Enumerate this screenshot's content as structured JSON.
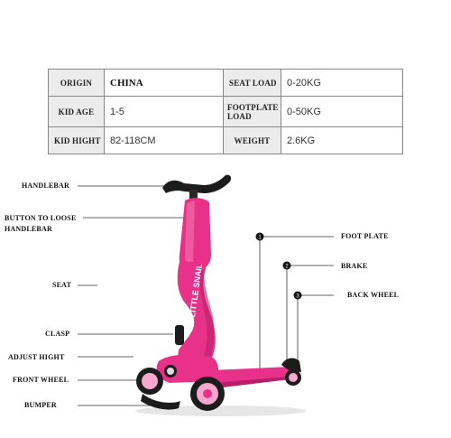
{
  "spec_table": {
    "rows": [
      {
        "label1": "ORIGIN",
        "value1": "CHINA",
        "label2": "SEAT LOAD",
        "value2": "0-20KG"
      },
      {
        "label1": "KID AGE",
        "value1": "1-5",
        "label2": "FOOTPLATE LOAD",
        "value2": "0-50KG"
      },
      {
        "label1": "KID HIGHT",
        "value1": "82-118CM",
        "label2": "WEIGHT",
        "value2": "2.6KG"
      }
    ]
  },
  "left_callouts": {
    "handlebar": "HANDLEBAR",
    "button_line1": "BUTTON TO LOOSE",
    "button_line2": "HANDLEBAR",
    "seat": "SEAT",
    "clasp": "CLASP",
    "adjust_hight": "ADJUST HIGHT",
    "front_wheel": "FRONT WHEEL",
    "bumper": "BUMPER"
  },
  "right_callouts": {
    "foot_plate": {
      "number": "1",
      "label": "FOOT PLATE"
    },
    "brake": {
      "number": "2",
      "label": "BRAKE"
    },
    "back_wheel": {
      "number": "3",
      "label": "BACK WHEEL"
    }
  },
  "product": {
    "stem_text": "LITTLE SNAIL",
    "colors": {
      "body": "#e8328a",
      "body_dark": "#b81f68",
      "black": "#1c1c1c",
      "wheel_rim": "#f7a8cc"
    }
  }
}
